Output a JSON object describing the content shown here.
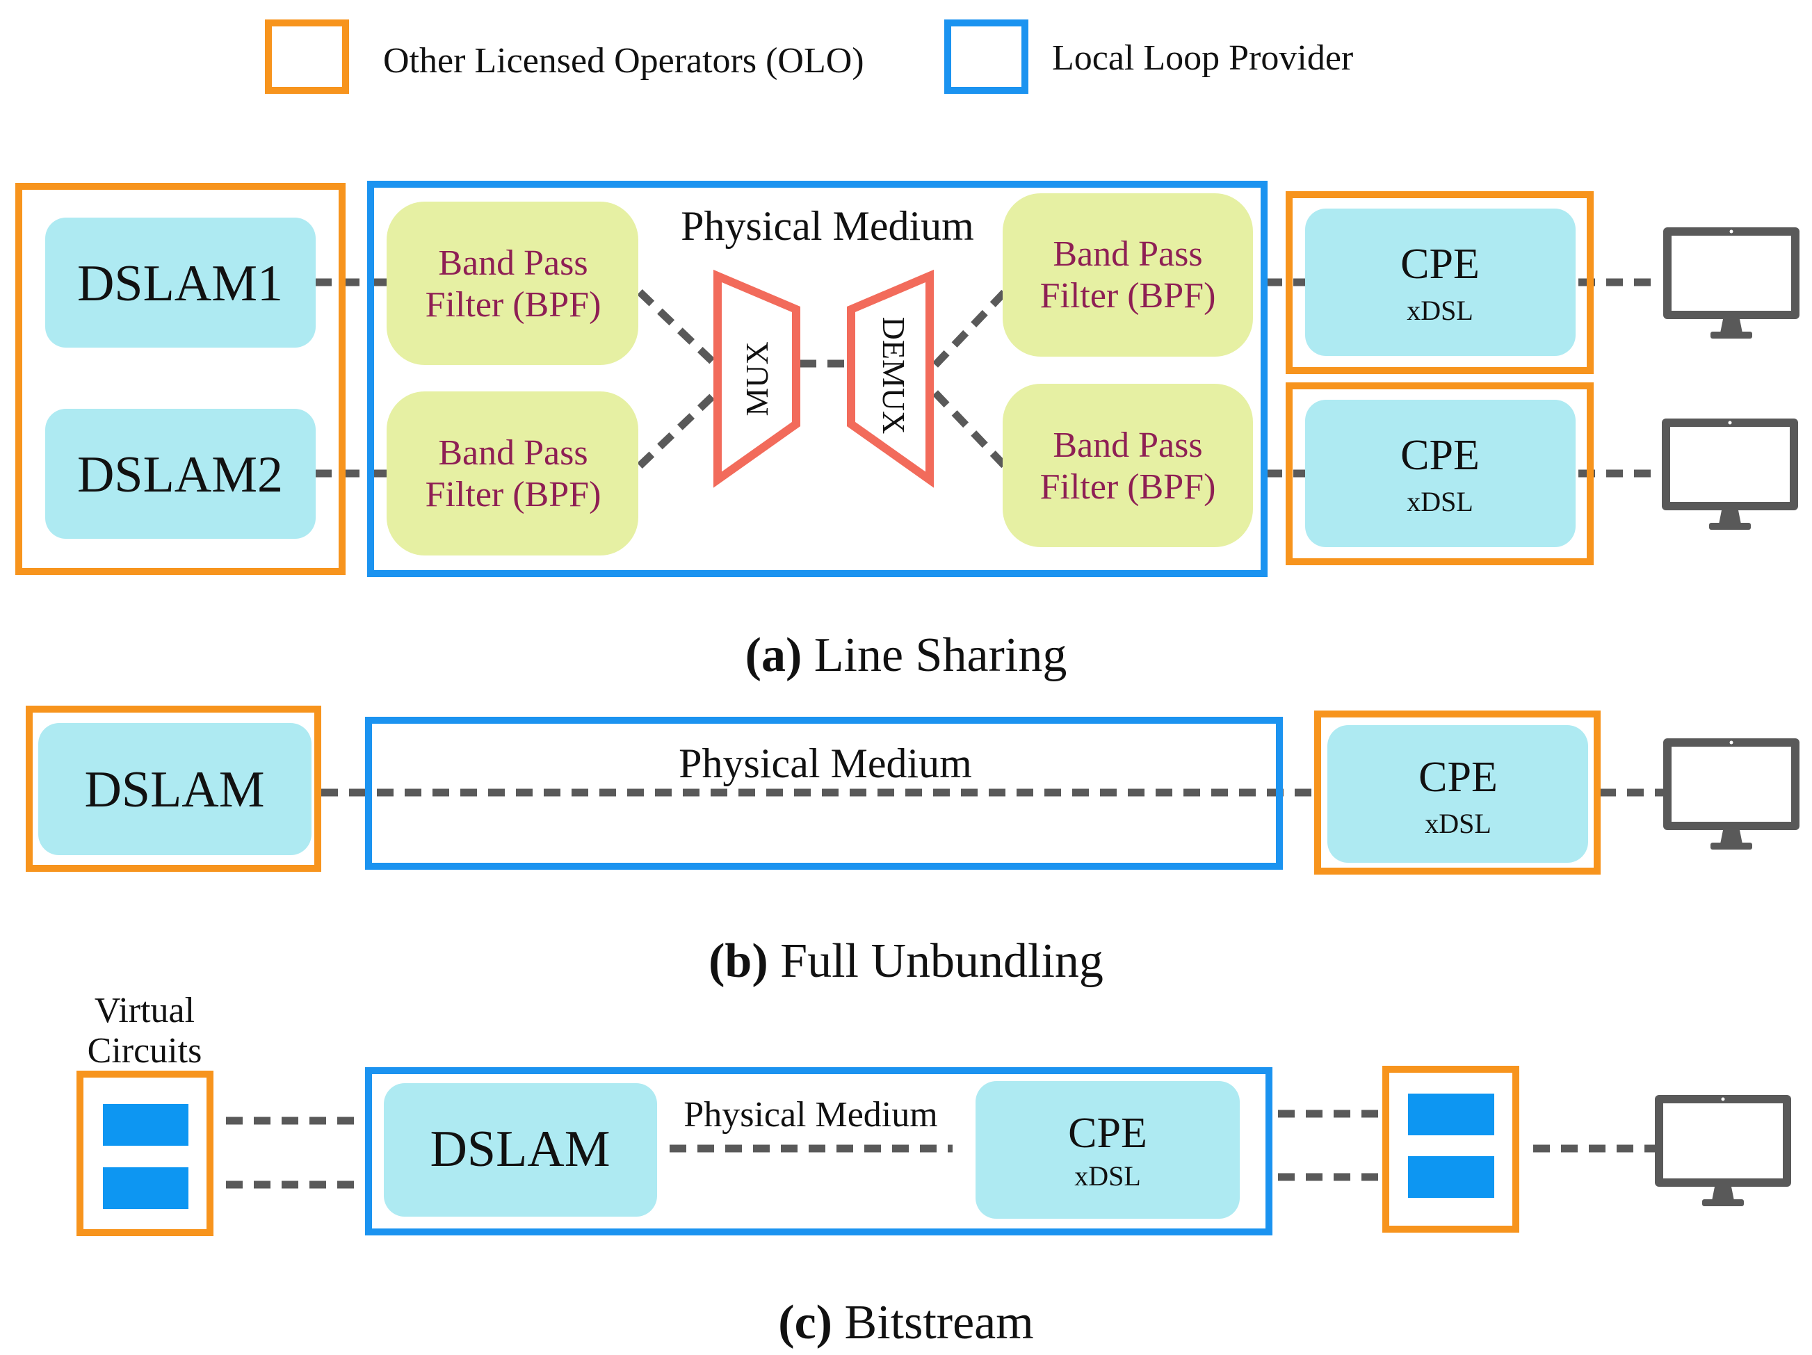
{
  "colors": {
    "olo": "#f7941d",
    "local_loop": "#1b93f0",
    "device_fill": "#aeeaf2",
    "bpf_fill": "#e6f0a3",
    "bpf_text": "#8e1f54",
    "mux": "#f26b5b",
    "link": "#595959",
    "vc_block": "#0d96f2",
    "monitor": "#595959"
  },
  "legend": {
    "olo_label": "Other Licensed Operators (OLO)",
    "llp_label": "Local Loop Provider"
  },
  "panel_a": {
    "caption_letter": "(a)",
    "caption_text": "Line Sharing",
    "dslam1": "DSLAM1",
    "dslam2": "DSLAM2",
    "medium": "Physical Medium",
    "bpf_line1": "Band Pass",
    "bpf_line2": "Filter (BPF)",
    "mux": "MUX",
    "demux": "DEMUX",
    "cpe": "CPE",
    "xdsl": "xDSL",
    "monitor_icon": "monitor-icon"
  },
  "panel_b": {
    "caption_letter": "(b)",
    "caption_text": "Full Unbundling",
    "dslam": "DSLAM",
    "medium": "Physical Medium",
    "cpe": "CPE",
    "xdsl": "xDSL",
    "monitor_icon": "monitor-icon"
  },
  "panel_c": {
    "caption_letter": "(c)",
    "caption_text": "Bitstream",
    "vc_line1": "Virtual",
    "vc_line2": "Circuits",
    "dslam": "DSLAM",
    "medium": "Physical Medium",
    "cpe": "CPE",
    "xdsl": "xDSL",
    "monitor_icon": "monitor-icon"
  }
}
